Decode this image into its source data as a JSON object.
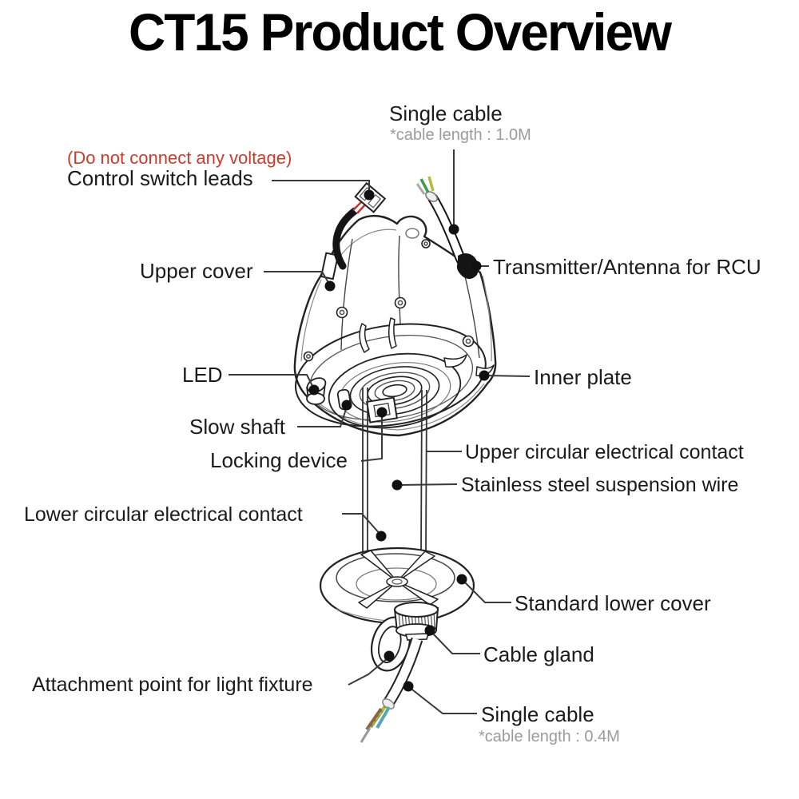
{
  "page": {
    "title": "CT15 Product Overview"
  },
  "colors": {
    "warning_red": "#cd3a2c",
    "note_gray": "#9b9b9b",
    "ink": "#1b1b1b",
    "leader_line": "#3a3a3a",
    "wire_green": "#3f9c4a",
    "wire_yellow_green": "#b0bc3f",
    "wire_blue": "#55a8b0",
    "wire_brown": "#8a6648"
  },
  "callouts": {
    "top_cable": {
      "label": "Single cable",
      "note": "*cable length : 1.0M"
    },
    "control_switch": {
      "warning": "(Do not connect any voltage)",
      "label": "Control switch leads"
    },
    "upper_cover": {
      "label": "Upper cover"
    },
    "transmitter": {
      "label": "Transmitter/Antenna for RCU"
    },
    "led": {
      "label": "LED"
    },
    "inner_plate": {
      "label": "Inner plate"
    },
    "slow_shaft": {
      "label": "Slow shaft"
    },
    "locking_device": {
      "label": "Locking device"
    },
    "upper_contact": {
      "label": "Upper circular electrical contact"
    },
    "suspension_wire": {
      "label": "Stainless steel suspension wire"
    },
    "lower_contact": {
      "label": "Lower circular electrical contact"
    },
    "lower_cover": {
      "label": "Standard lower cover"
    },
    "cable_gland": {
      "label": "Cable gland"
    },
    "attachment_point": {
      "label": "Attachment point for light fixture"
    },
    "bottom_cable": {
      "label": "Single cable",
      "note": "*cable length : 0.4M"
    }
  }
}
